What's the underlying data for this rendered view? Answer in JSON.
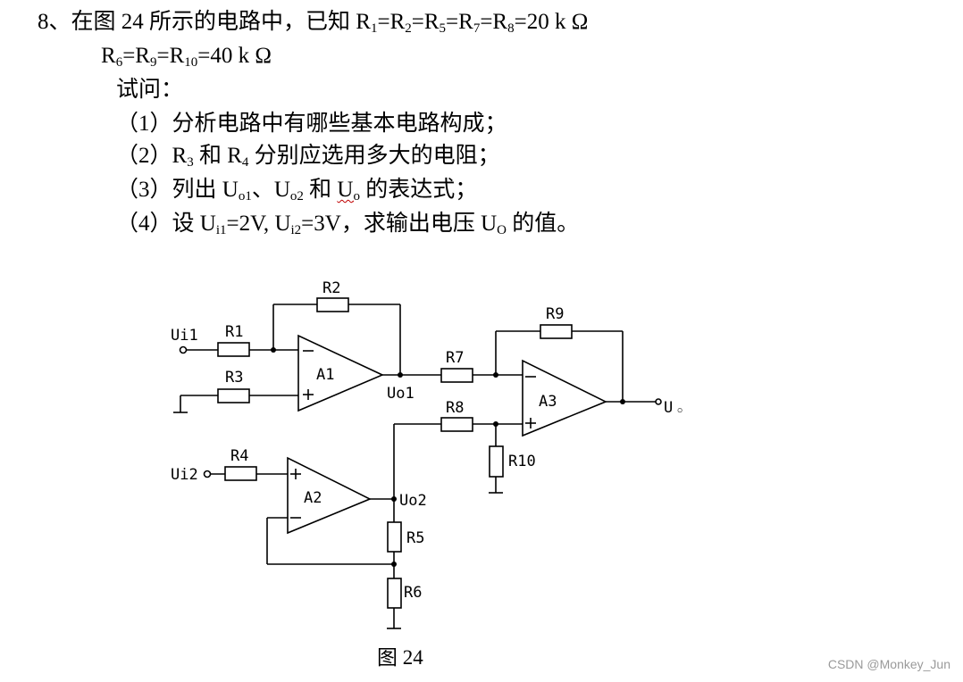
{
  "problem": {
    "number": "8、",
    "intro": "在图 24 所示的电路中，已知 ",
    "given1": {
      "r1": "1",
      "r2": "2",
      "r5": "5",
      "r7": "7",
      "r8": "8",
      "value": "=20 k Ω"
    },
    "given2": {
      "r6": "6",
      "r9": "9",
      "r10": "10",
      "value": "=40 k Ω"
    },
    "ask": "试问：",
    "q1": "（1）分析电路中有哪些基本电路构成；",
    "q2": {
      "prefix": "（2）",
      "r3": "3",
      "mid": " 和 ",
      "r4": "4",
      "suffix": " 分别应选用多大的电阻；"
    },
    "q3": {
      "prefix": "（3）列出 ",
      "sub1": "o1",
      "sep": "、",
      "sub2": "o2",
      "mid": " 和 ",
      "sub3": "o",
      "suffix": " 的表达式；"
    },
    "q4": {
      "prefix": "（4）设 ",
      "sub1": "i1",
      "val1": "=2V, ",
      "sub2": "i2",
      "val2": "=3V，求输出电压 ",
      "sub3": "O",
      "suffix": " 的值。"
    }
  },
  "circuit": {
    "labels": {
      "ui1": "Ui1",
      "ui2": "Ui2",
      "uo1": "Uo1",
      "uo2": "Uo2",
      "uo": "U",
      "r1": "R1",
      "r2": "R2",
      "r3": "R3",
      "r4": "R4",
      "r5": "R5",
      "r6": "R6",
      "r7": "R7",
      "r8": "R8",
      "r9": "R9",
      "r10": "R10",
      "a1": "A1",
      "a2": "A2",
      "a3": "A3"
    }
  },
  "figure_caption": "图 24",
  "watermark": "CSDN @Monkey_Jun"
}
